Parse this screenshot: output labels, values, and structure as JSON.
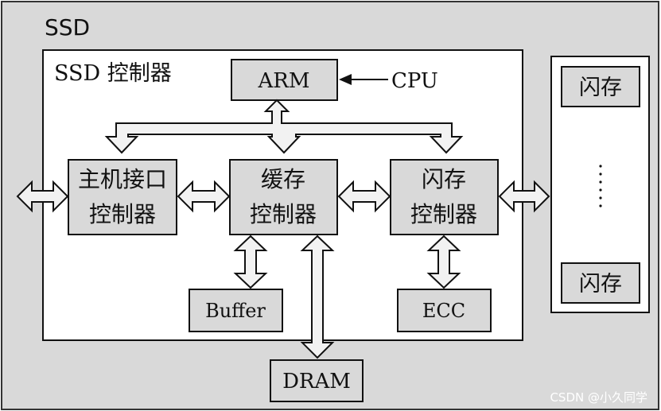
{
  "ssd_label": "SSD",
  "controller_label": "SSD 控制器",
  "arm_label": "ARM",
  "cpu_label": "CPU",
  "host_interface": {
    "line1": "主机接口",
    "line2": "控制器"
  },
  "cache_controller": {
    "line1": "缓存",
    "line2": "控制器"
  },
  "flash_controller": {
    "line1": "闪存",
    "line2": "控制器"
  },
  "buffer_label": "Buffer",
  "ecc_label": "ECC",
  "dram_label": "DRAM",
  "flash_top_label": "闪存",
  "flash_bottom_label": "闪存",
  "watermark": "CSDN @小久同学",
  "colors": {
    "outer_bg": "#d9d9d9",
    "panel_white": "#ffffff",
    "box_gray": "#d9d9d9",
    "stroke": "#111111",
    "arrow_fill": "#f2f2f2"
  }
}
